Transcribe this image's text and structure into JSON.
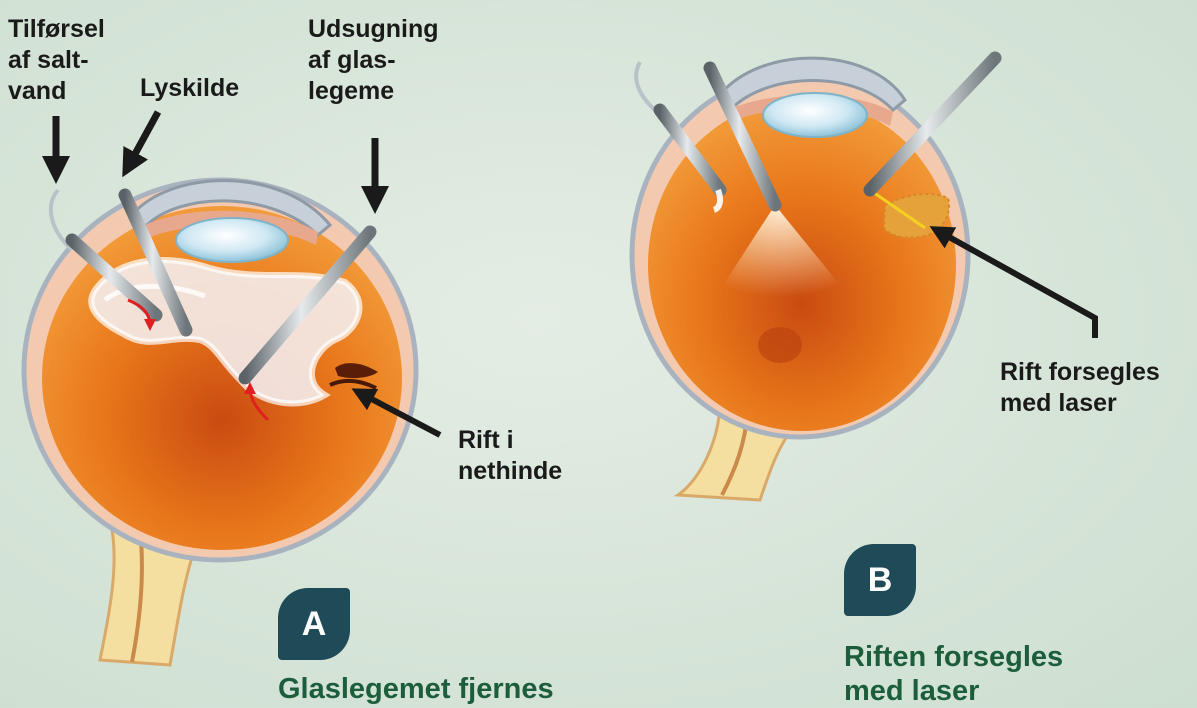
{
  "panels": [
    {
      "badge": "A",
      "caption": "Glaslegemet fjernes",
      "labels": {
        "saline": "Tilførsel\naf salt-\nvand",
        "light": "Lyskilde",
        "suction": "Udsugning\naf glas-\nlegeme",
        "tear": "Rift i\nnethinde"
      }
    },
    {
      "badge": "B",
      "caption": "Riften forsegles\nmed laser",
      "labels": {
        "laser": "Rift forsegles\nmed laser"
      }
    }
  ],
  "colors": {
    "background": "#d6e4d8",
    "badge": "#1f4a57",
    "caption": "#1c5e3b",
    "retina": "#e8761a",
    "sclera": "#f3c9b0",
    "lens": "#bfe0ee",
    "arrow": "#1a1a1a"
  }
}
